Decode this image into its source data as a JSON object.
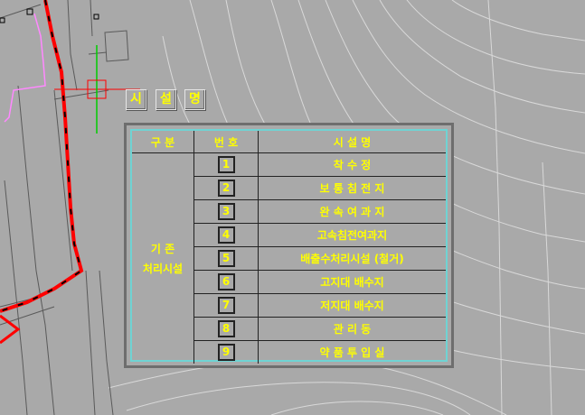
{
  "map_title": [
    "시",
    "설",
    "명"
  ],
  "legend": {
    "headers": [
      "구    분",
      "번 호",
      "시   설   명"
    ],
    "group_line1": "기    존",
    "group_line2": "처리시설",
    "rows": [
      {
        "no": "1",
        "name": "착    수    정"
      },
      {
        "no": "2",
        "name": "보 통 침 전 지"
      },
      {
        "no": "3",
        "name": "완 속 여 과 지"
      },
      {
        "no": "4",
        "name": "고속침전여과지"
      },
      {
        "no": "5",
        "name": "배출수처리시설 (철거)"
      },
      {
        "no": "6",
        "name": "고지대 배수지"
      },
      {
        "no": "7",
        "name": "저지대 배수지"
      },
      {
        "no": "8",
        "name": "관    리    동"
      },
      {
        "no": "9",
        "name": "약 품 투 입 실"
      }
    ]
  },
  "colors": {
    "background": "#a9a9a9",
    "text": "#ffff00",
    "legend_border": "#6fd3d3",
    "pipe_line": "#ff0000"
  }
}
